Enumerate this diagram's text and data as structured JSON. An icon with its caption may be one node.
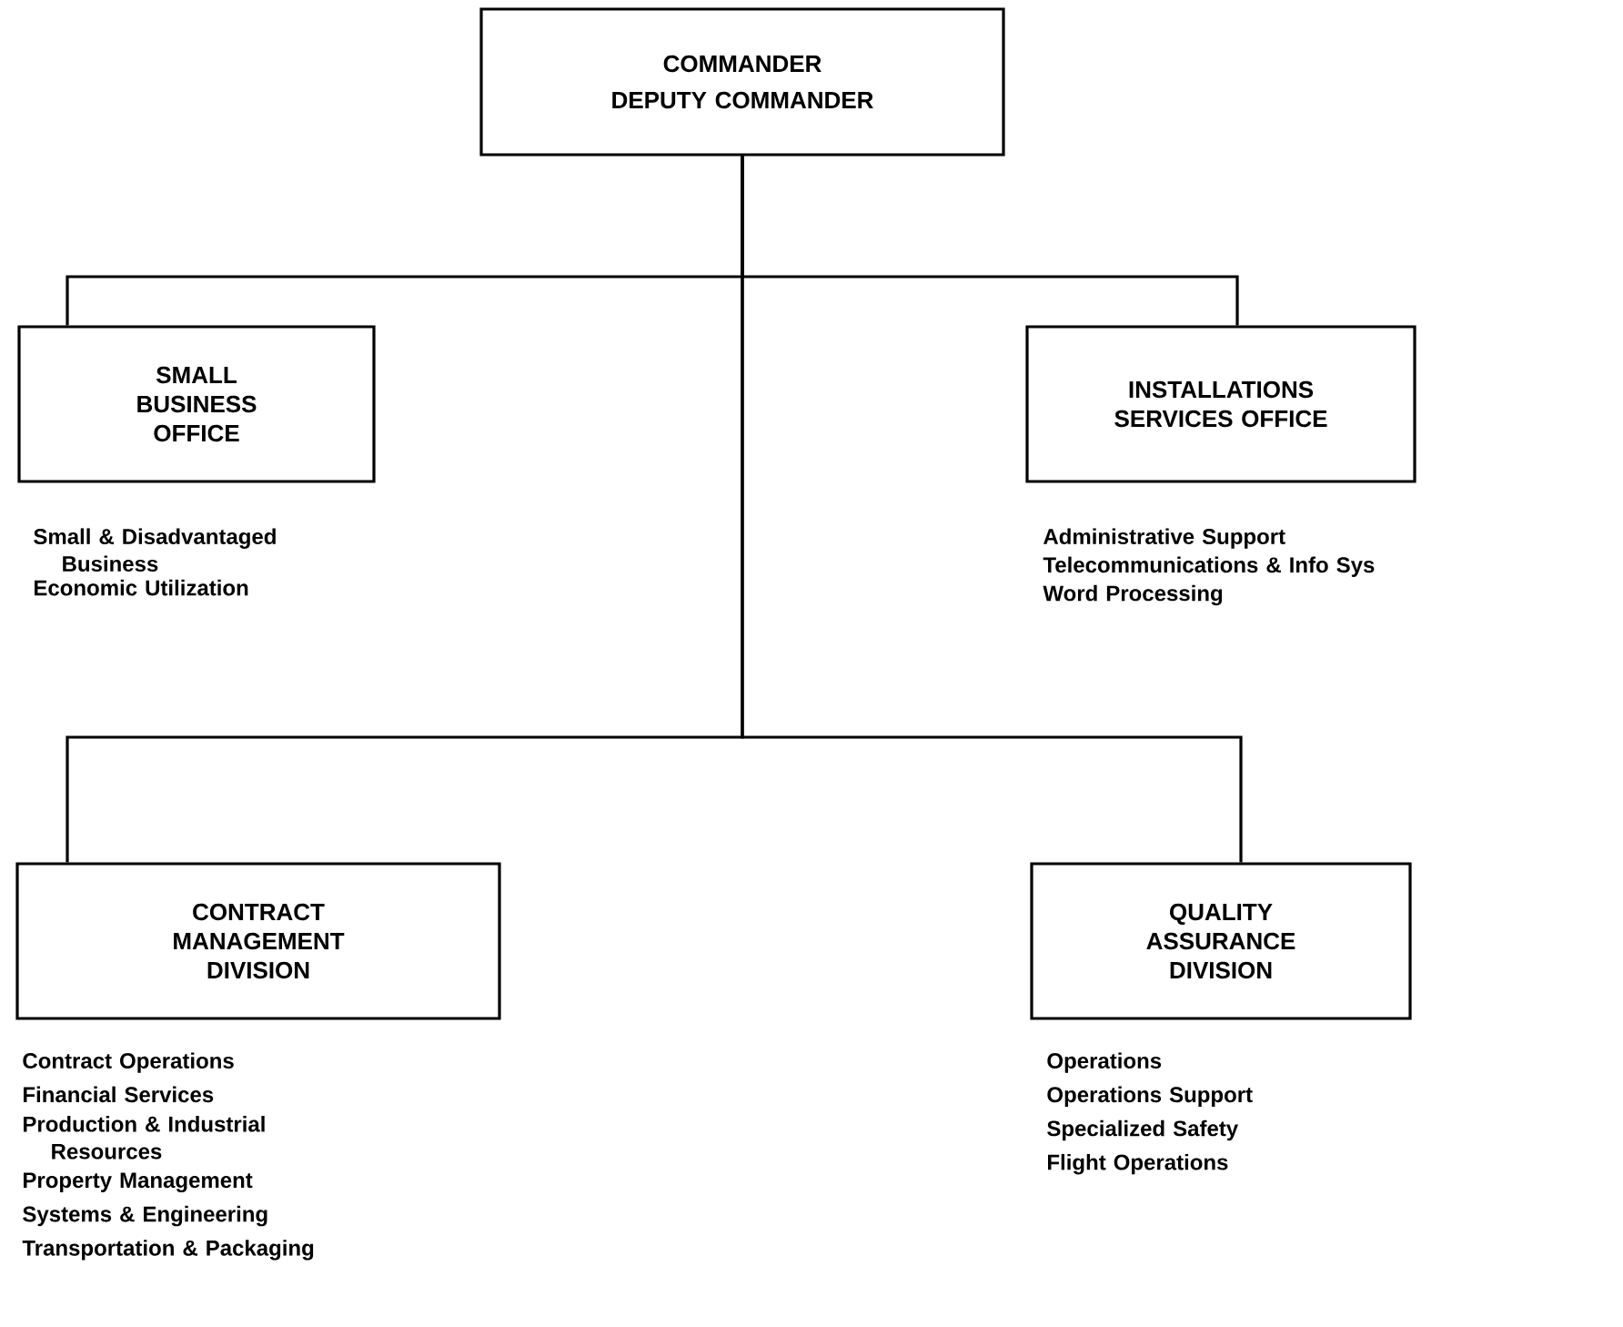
{
  "diagram": {
    "nodes": [
      {
        "text": [
          "COMMANDER",
          "DEPUTY COMMANDER"
        ]
      },
      {
        "text": [
          "SMALL BUSINESS OFFICE"
        ],
        "beside": [
          "Small & Disadvantaged Business",
          "Economic Utilization"
        ]
      },
      {
        "text": [
          "INSTALLATIONS SERVICES OFFICE"
        ],
        "beside": [
          "Administrative Support",
          "Telecommunications & Info Sys",
          "Word Processing"
        ]
      },
      {
        "text": [
          "CONTRACT MANAGEMENT DIVISION"
        ],
        "beside": [
          "Contract Operations",
          "Financial Services",
          "Production & Industrial Resources",
          "Property Management",
          "Systems & Engineering",
          "Transportation & Packaging"
        ]
      },
      {
        "text": [
          "QUALITY ASSURANCE DIVISION"
        ],
        "beside": [
          "Operations",
          "Operations Support",
          "Specialized Safety",
          "Flight Operations"
        ]
      }
    ],
    "edges": [
      {
        "from": 0,
        "to": 1,
        "arrow": "none"
      },
      {
        "from": 0,
        "to": 2,
        "arrow": "none"
      },
      {
        "from": 0,
        "to": 3,
        "arrow": "none"
      },
      {
        "from": 0,
        "to": 4,
        "arrow": "none"
      }
    ]
  }
}
